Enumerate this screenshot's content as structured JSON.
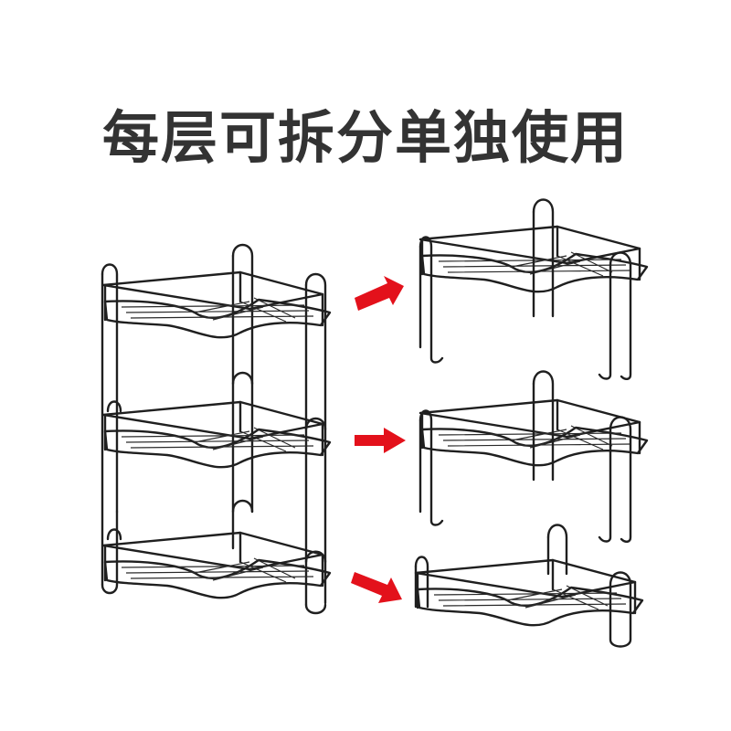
{
  "headline": "每层可拆分单独使用",
  "colors": {
    "headline": "#333333",
    "wire": "#1f1f1f",
    "arrow": "#e3111b",
    "background": "#ffffff"
  },
  "illustration": {
    "assembled_tiers": 3,
    "separated_units": 3
  }
}
